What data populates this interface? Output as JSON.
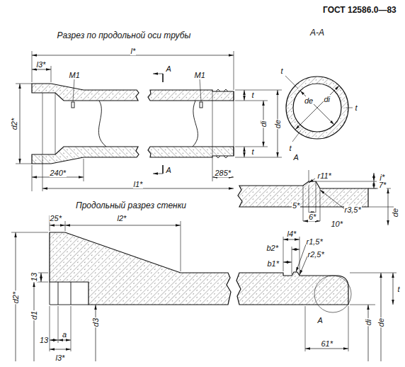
{
  "diagram": {
    "title": "ГОСТ 12586.0—83",
    "labels": [
      "Разрез по продольной оси трубы",
      "l*",
      "l3*",
      "M1",
      "M1",
      "A",
      "A",
      "t",
      "t",
      "d2*",
      "di",
      "de",
      "240*",
      "285*",
      "l1*",
      "A-A",
      "de",
      "di",
      "t",
      "t",
      "t",
      "A",
      "r11*",
      "j*",
      "7*",
      "r3,5*",
      "5*",
      "6*",
      "10*",
      "de",
      "Продольный разрез стенки",
      "25*",
      "l2*",
      "13",
      "d2*",
      "d1",
      "13",
      "a",
      "l3*",
      "d3",
      "l4*",
      "b2*",
      "r1,5*",
      "r2,5*",
      "b1*",
      "t",
      "di",
      "de",
      "A",
      "61*"
    ]
  }
}
